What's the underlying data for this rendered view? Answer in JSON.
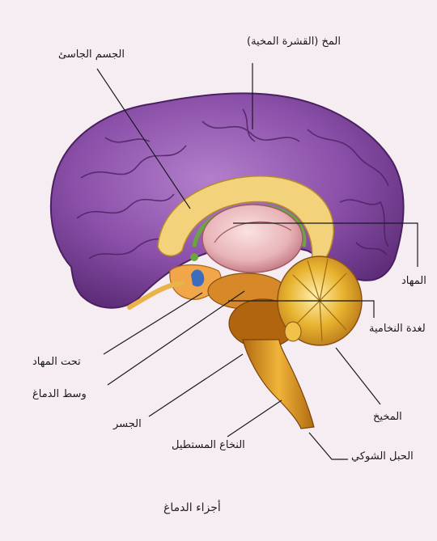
{
  "labels": {
    "cerebrum": "المخ (القشرة المخية)",
    "corpus_callosum": "الجسم الجاسئ",
    "thalamus": "المهاد",
    "pineal_gland": "لغدة النخامية",
    "hypothalamus": "تحت المهاد",
    "midbrain": "وسط الدماغ",
    "cerebellum": "المخيخ",
    "pons": "الجسر",
    "medulla": "النخاع المستطيل",
    "spinal_cord": "الحبل الشوكي"
  },
  "caption": "أجزاء الدماغ",
  "colors": {
    "background": "#f6edf3",
    "cortex": "#8a4fa8",
    "corpus_callosum": "#f2d27a",
    "thalamus": "#e8b4b8",
    "cerebellum": "#e3a81f",
    "brainstem": "#d98e1a",
    "leader_line": "#1a1a1a"
  }
}
